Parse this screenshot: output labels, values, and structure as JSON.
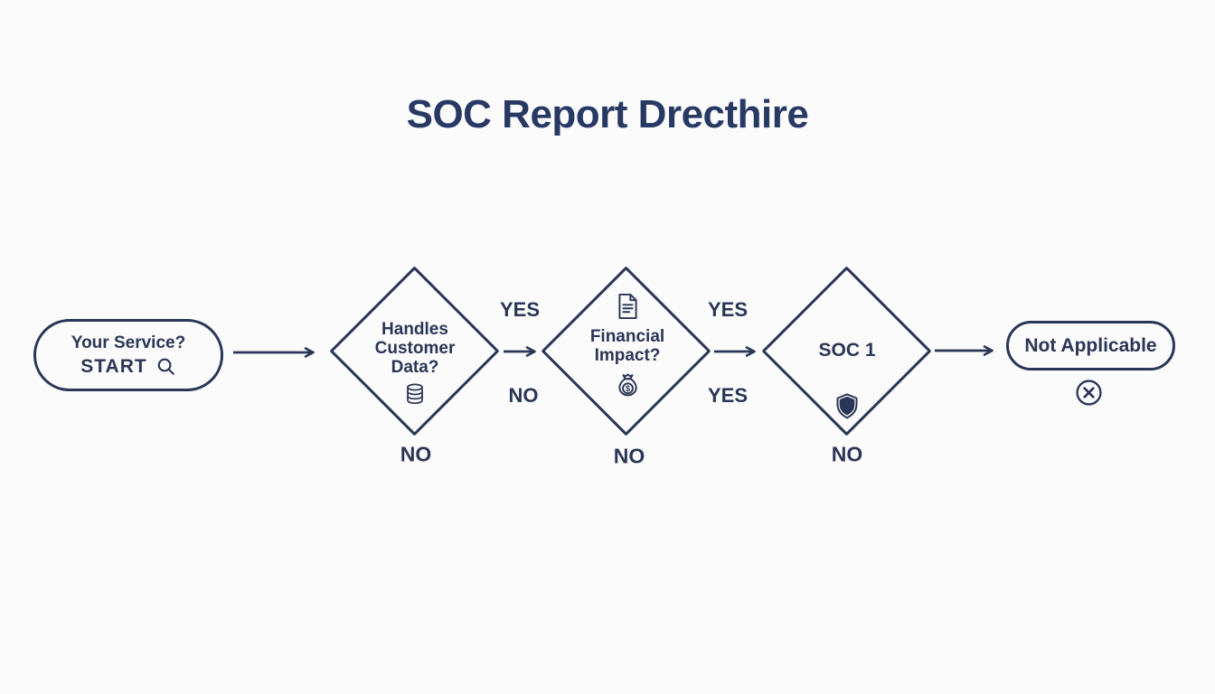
{
  "colors": {
    "ink": "#2a3655",
    "title": "#283a64",
    "background": "#fbfbfc"
  },
  "title": "SOC Report Drecthire",
  "start_node": {
    "question": "Your Service?",
    "label": "START",
    "icon": "search-icon"
  },
  "decision1": {
    "line1": "Handles",
    "line2": "Customer",
    "line3": "Data?",
    "icon": "database-icon",
    "edge_top": "YES",
    "edge_bottom": "NO",
    "south": "NO"
  },
  "decision2": {
    "line1": "Financial",
    "line2": "Impact?",
    "icon_top": "document-icon",
    "icon_bottom": "money-bag-icon",
    "edge_top": "YES",
    "edge_bottom": "YES",
    "south": "NO"
  },
  "decision3": {
    "label": "SOC 1",
    "icon": "shield-icon",
    "south": "NO"
  },
  "end_node": {
    "label": "Not Applicable",
    "icon": "x-circle-icon"
  },
  "icons": {
    "dollar_glyph": "$"
  }
}
